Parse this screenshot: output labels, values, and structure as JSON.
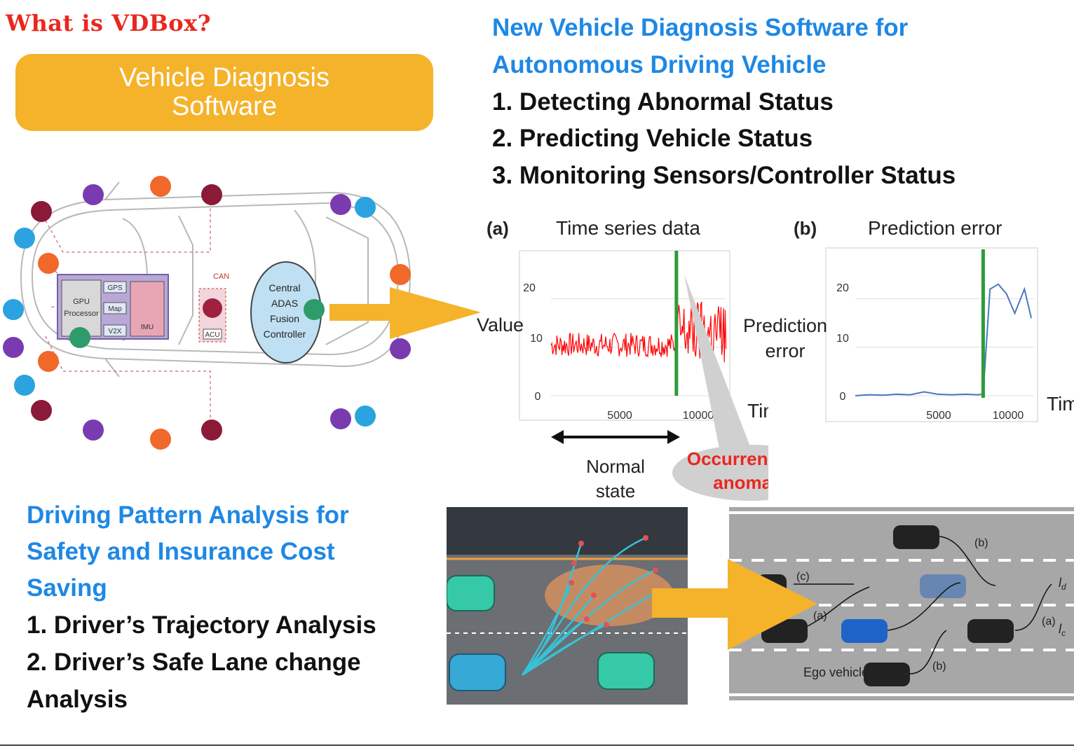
{
  "what_is": "What is VDBox?",
  "pill": {
    "line1": "Vehicle Diagnosis",
    "line2": "Software"
  },
  "right_top": {
    "heading_line1": "New Vehicle Diagnosis Software for",
    "heading_line2": "Autonomous Driving Vehicle",
    "items": [
      "1. Detecting Abnormal Status",
      "2. Predicting Vehicle Status",
      "3. Monitoring Sensors/Controller Status"
    ]
  },
  "car_diagram": {
    "gpu": "GPU",
    "processor": "Processor",
    "gps": "GPS",
    "map": "Map",
    "v2x": "V2X",
    "imu": "IMU",
    "can": "CAN",
    "acu": "ACU",
    "central": [
      "Central",
      "ADAS",
      "Fusion",
      "Controller"
    ]
  },
  "chart_a": {
    "label": "(a)",
    "title": "Time series data",
    "ylabel": "Value",
    "xlabel": "Time",
    "yticks": [
      "20",
      "10",
      "0"
    ],
    "xticks": [
      "5000",
      "10000"
    ],
    "normal_state": [
      "Normal",
      "state"
    ],
    "anomaly": [
      "Occurrence of",
      "anomaly"
    ]
  },
  "chart_b": {
    "label": "(b)",
    "title": "Prediction error",
    "ylabel": [
      "Prediction",
      "error"
    ],
    "xlabel": "Tim",
    "yticks": [
      "20",
      "10",
      "0"
    ],
    "xticks": [
      "5000",
      "10000"
    ]
  },
  "chart_data": [
    {
      "type": "line",
      "title": "Time series data",
      "xlabel": "Time",
      "ylabel": "Value",
      "ylim": [
        0,
        25
      ],
      "xlim": [
        0,
        13000
      ],
      "series": [
        {
          "x": [
            0,
            9300
          ],
          "y": [
            10,
            10
          ],
          "note_range": [
            8,
            13
          ]
        },
        {
          "x": [
            9300,
            13000
          ],
          "y": [
            13,
            13
          ],
          "note_range": [
            6,
            20
          ]
        }
      ],
      "marker_x": 9300,
      "grid": true
    },
    {
      "type": "line",
      "title": "Prediction error",
      "xlabel": "Tim",
      "ylabel": "Prediction error",
      "ylim": [
        0,
        25
      ],
      "xlim": [
        0,
        13000
      ],
      "series": [
        {
          "x": [
            0,
            1000,
            2000,
            3000,
            4000,
            5000,
            6000,
            7000,
            8000,
            9000,
            9300,
            9800,
            10400,
            11000,
            11600,
            12300,
            12800
          ],
          "y": [
            0,
            0.2,
            0.1,
            0.3,
            0.2,
            0.8,
            0.3,
            0.2,
            0.3,
            0.2,
            0.4,
            22,
            23,
            21,
            17,
            22,
            16
          ]
        }
      ],
      "marker_x": 9300,
      "grid": true
    }
  ],
  "bottom_left": {
    "heading": [
      "Driving Pattern Analysis for",
      "Safety and Insurance Cost",
      "Saving"
    ],
    "items": [
      "1. Driver’s Trajectory Analysis",
      "2. Driver’s Safe Lane change",
      "Analysis"
    ]
  },
  "lane_diagram": {
    "ego": "Ego vehicle",
    "labels": [
      "(a)",
      "(b)",
      "(c)",
      "(b)",
      "(a)"
    ],
    "ld": "l",
    "ld_sub": "d",
    "lc": "l",
    "lc_sub": "c"
  },
  "colors": {
    "accent_orange": "#f5b32b",
    "heading_blue": "#1e88e5",
    "title_red": "#e8281e",
    "signal_red": "#ff0000",
    "error_blue": "#4a78c2",
    "marker_green": "#2e9b3a"
  }
}
